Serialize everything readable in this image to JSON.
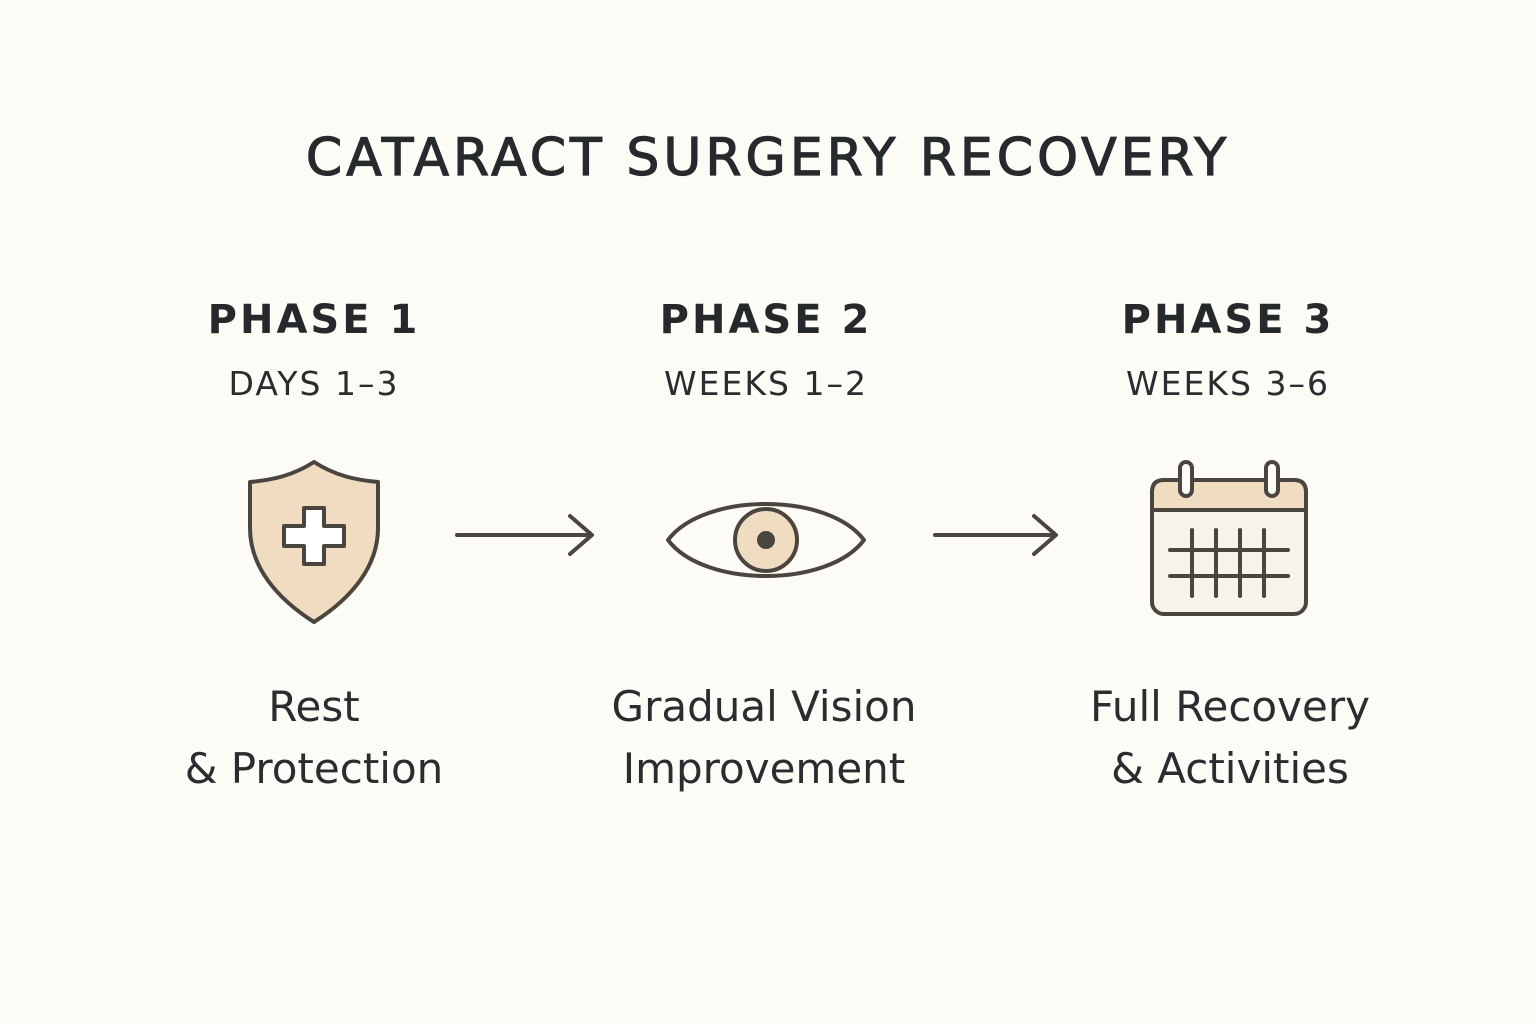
{
  "title": "CATARACT SURGERY RECOVERY",
  "colors": {
    "background": "#fcfbf6",
    "ink": "#4a463f",
    "accent_fill": "#f0dcc0",
    "text": "#26292c"
  },
  "phases": [
    {
      "heading": "PHASE 1",
      "range": "DAYS 1–3",
      "description_line1": "Rest",
      "description_line2": "& Protection",
      "icon": "shield-plus-icon"
    },
    {
      "heading": "PHASE 2",
      "range": "WEEKS 1–2",
      "description_line1": "Gradual Vision",
      "description_line2": "Improvement",
      "icon": "eye-icon"
    },
    {
      "heading": "PHASE 3",
      "range": "WEEKS 3–6",
      "description_line1": "Full Recovery",
      "description_line2": "& Activities",
      "icon": "calendar-icon"
    }
  ],
  "connectors": [
    "arrow-right-icon",
    "arrow-right-icon"
  ]
}
